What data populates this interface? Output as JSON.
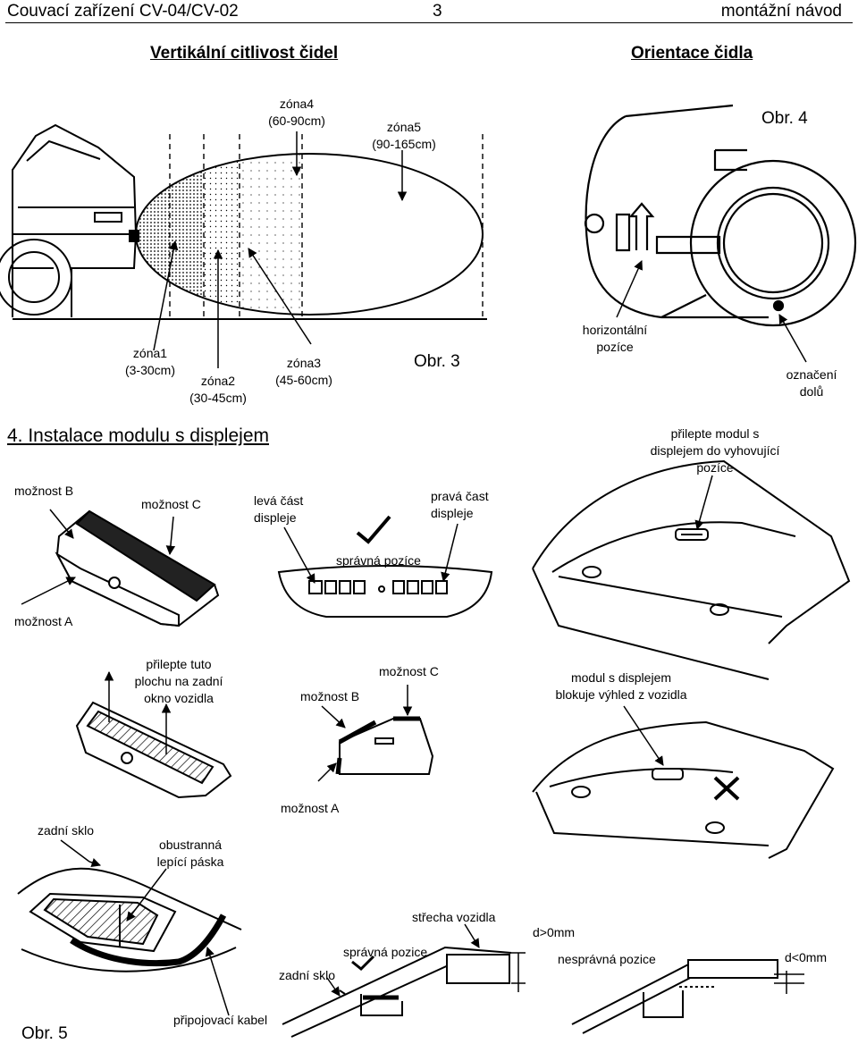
{
  "header": {
    "left": "Couvací zařízení CV-04/CV-02",
    "page": "3",
    "right": "montážní návod"
  },
  "sections": {
    "vertical": "Vertikální citlivost čidel",
    "orientation": "Orientace čidla",
    "install": "4. Instalace modulu s displejem"
  },
  "figures": {
    "obr3": "Obr. 3",
    "obr4": "Obr. 4",
    "obr5": "Obr. 5"
  },
  "zones": {
    "z1": [
      "zóna1",
      "(3-30cm)"
    ],
    "z2": [
      "zóna2",
      "(30-45cm)"
    ],
    "z3": [
      "zóna3",
      "(45-60cm)"
    ],
    "z4": [
      "zóna4",
      "(60-90cm)"
    ],
    "z5": [
      "zóna5",
      "(90-165cm)"
    ]
  },
  "sensor": {
    "horizontal": [
      "horizontální",
      "pozíce"
    ],
    "mark": [
      "označení",
      "dolů"
    ]
  },
  "install": {
    "stick_module": [
      "přilepte modul s",
      "displejem do vyhovující",
      "pozíce"
    ],
    "option_b": "možnost B",
    "option_c": "možnost C",
    "option_a": "možnost A",
    "left_part": [
      "levá část",
      "displeje"
    ],
    "right_part": [
      "pravá čast",
      "displeje"
    ],
    "correct_pos": "správná pozíce",
    "stick_surface": [
      "přilepte tuto",
      "plochu na zadní",
      "okno vozidla"
    ],
    "option_b2": "možnost B",
    "option_c2": "možnost C",
    "option_a2": "možnost A",
    "blocks_view": [
      "modul s displejem",
      "blokuje výhled z vozidla"
    ],
    "rear_glass": "zadní sklo",
    "tape": [
      "obustranná",
      "lepící páska"
    ],
    "roof": "střecha vozidla",
    "d_pos": "d>0mm",
    "correct_pos2": "správná pozice",
    "wrong_pos": "nesprávná pozice",
    "d_neg": "d<0mm",
    "rear_glass2": "zadní sklo",
    "cable": "připojovací kabel"
  }
}
